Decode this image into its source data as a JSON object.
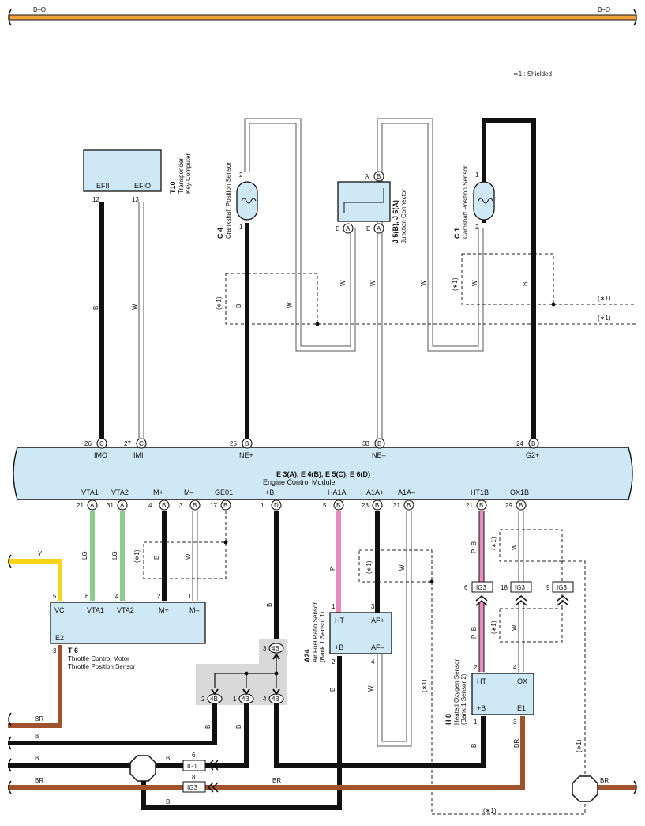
{
  "top_bus": {
    "left_label": "B–O",
    "right_label": "B–O"
  },
  "note": "∗1 : Shielded",
  "shield_mark": "(∗1)",
  "ecm": {
    "title": "E 3(A), E 4(B), E 5(C), E 6(D)",
    "name": "Engine Control Module",
    "top_pins": [
      {
        "num": "26",
        "conn": "C",
        "label": "IMO"
      },
      {
        "num": "27",
        "conn": "C",
        "label": "IMI"
      },
      {
        "num": "25",
        "conn": "B",
        "label": "NE+"
      },
      {
        "num": "33",
        "conn": "B",
        "label": "NE–"
      },
      {
        "num": "24",
        "conn": "B",
        "label": "G2+"
      }
    ],
    "bottom_pins": [
      {
        "num": "21",
        "conn": "A",
        "label": "VTA1"
      },
      {
        "num": "31",
        "conn": "A",
        "label": "VTA2"
      },
      {
        "num": "4",
        "conn": "B",
        "label": "M+"
      },
      {
        "num": "3",
        "conn": "B",
        "label": "M–"
      },
      {
        "num": "17",
        "conn": "B",
        "label": "GE01"
      },
      {
        "num": "1",
        "conn": "D",
        "label": "+B"
      },
      {
        "num": "5",
        "conn": "B",
        "label": "HA1A"
      },
      {
        "num": "23",
        "conn": "B",
        "label": "A1A+"
      },
      {
        "num": "31",
        "conn": "B",
        "label": "A1A–"
      },
      {
        "num": "21",
        "conn": "B",
        "label": "HT1B"
      },
      {
        "num": "29",
        "conn": "B",
        "label": "OX1B"
      }
    ]
  },
  "t10": {
    "code": "T10",
    "name1": "Transponder",
    "name2": "Key Computer",
    "pins": [
      {
        "num": "12",
        "label": "EFII"
      },
      {
        "num": "13",
        "label": "EFIO"
      }
    ]
  },
  "c4": {
    "code": "C 4",
    "name": "Crankshaft Position Sensor",
    "pin_top": "2",
    "pin_bot": "1"
  },
  "c1": {
    "code": "C 1",
    "name": "Camshaft Position Sensor",
    "pin_top": "1",
    "pin_bot": "2"
  },
  "jc": {
    "code": "J 5(B), J 6(A)",
    "name": "Junction Connector",
    "top_pin": {
      "label": "A",
      "conn": "B"
    },
    "bot_pins": [
      {
        "label": "E",
        "conn": "A"
      },
      {
        "label": "E",
        "conn": "A"
      }
    ]
  },
  "t6": {
    "code": "T 6",
    "name1": "Throttle Control Motor",
    "name2": "Throttle Position Sensor",
    "pins": [
      {
        "num": "5",
        "label": "VC"
      },
      {
        "num": "6",
        "label": "VTA1"
      },
      {
        "num": "4",
        "label": "VTA2"
      },
      {
        "num": "2",
        "label": "M+"
      },
      {
        "num": "1",
        "label": "M–"
      }
    ],
    "e2": {
      "num": "3",
      "label": "E2"
    }
  },
  "a24": {
    "code": "A24",
    "name1": "Air Fuel Ratio Sensor",
    "name2": "(Bank 1 Sensor 1)",
    "pins": [
      {
        "num": "1",
        "label": "HT"
      },
      {
        "num": "3",
        "label": "AF+"
      },
      {
        "num": "2",
        "label": "+B"
      },
      {
        "num": "4",
        "label": "AF–"
      }
    ]
  },
  "h8": {
    "code": "H 8",
    "name1": "Heated Oxygen Sensor",
    "name2": "(Bank 1 Sensor 2)",
    "pins": [
      {
        "num": "2",
        "label": "HT"
      },
      {
        "num": "4",
        "label": "OX"
      },
      {
        "num": "1",
        "label": "+B"
      },
      {
        "num": "3",
        "label": "E1"
      }
    ]
  },
  "j4b": {
    "conn": "4B",
    "pins": [
      "3",
      "2",
      "1",
      "4"
    ]
  },
  "ig_connectors": [
    {
      "label": "IG3",
      "num": "6"
    },
    {
      "label": "IG3",
      "num": "18"
    },
    {
      "label": "IG3",
      "num": "9"
    },
    {
      "label": "IG1",
      "num": "6"
    },
    {
      "label": "IG3",
      "num": "8"
    }
  ],
  "wire_colors": {
    "B": "B",
    "W": "W",
    "LG": "LG",
    "P": "P",
    "PB": "P–B",
    "Y": "Y",
    "BR": "BR"
  },
  "colors": {
    "black": "#111111",
    "brown": "#a0522d",
    "yellow": "#f7d417",
    "green": "#8ccc8c",
    "pink": "#e98bbd",
    "module": "#cfe8f5",
    "gray_panel": "#d9d9d9",
    "orange": "#f2a23a"
  }
}
